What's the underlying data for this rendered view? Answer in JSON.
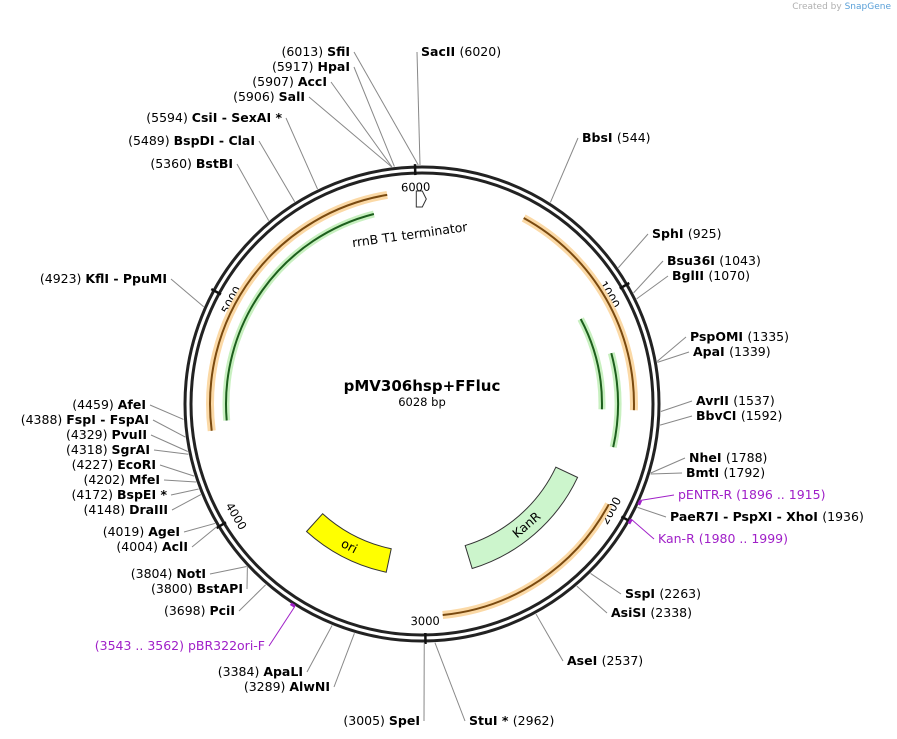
{
  "credit": {
    "prefix": "Created by",
    "brand": "SnapGene"
  },
  "plasmid": {
    "name": "pMV306hsp+FFluc",
    "length_label": "6028 bp",
    "length_bp": 6028
  },
  "tick_labels": [
    {
      "bp": 1000,
      "label": "1000"
    },
    {
      "bp": 2000,
      "label": "2000"
    },
    {
      "bp": 3000,
      "label": "3000"
    },
    {
      "bp": 4000,
      "label": "4000"
    },
    {
      "bp": 5000,
      "label": "5000"
    },
    {
      "bp": 6000,
      "label": "6000"
    }
  ],
  "features": [
    {
      "name": "rrnB T1 terminator",
      "start": 5980,
      "end": 6028,
      "color": "#ffffff"
    },
    {
      "name": "KanR",
      "start": 1930,
      "end": 2730,
      "color": "#ccf5cc"
    },
    {
      "name": "ori",
      "start": 3215,
      "end": 3720,
      "color": "#ffff00"
    }
  ],
  "orange_arcs": [
    {
      "start": 480,
      "end": 1535,
      "color": "#f4a23a"
    },
    {
      "start": 1980,
      "end": 2920,
      "color": "#f4a23a"
    },
    {
      "start": 4400,
      "end": 5870,
      "color": "#f4a23a"
    }
  ],
  "green_arcs": [
    {
      "start": 1255,
      "end": 1720,
      "color": "#3aa03a",
      "dir": -1
    },
    {
      "start": 1035,
      "end": 1535,
      "color": "#3aa03a",
      "dir": -1
    },
    {
      "start": 4440,
      "end": 5790,
      "color": "#3aa03a",
      "dir": 1
    }
  ],
  "enzymes": [
    {
      "bp": 6013,
      "pos": "(6013)",
      "name": "SfiI"
    },
    {
      "bp": 6020,
      "pos": "(6020)",
      "name": "SacII"
    },
    {
      "bp": 5917,
      "pos": "(5917)",
      "name": "HpaI"
    },
    {
      "bp": 5907,
      "pos": "(5907)",
      "name": "AccI"
    },
    {
      "bp": 5906,
      "pos": "(5906)",
      "name": "SalI"
    },
    {
      "bp": 5594,
      "pos": "(5594)",
      "name": "CsiI  -  SexAI *"
    },
    {
      "bp": 5489,
      "pos": "(5489)",
      "name": "BspDI  -  ClaI"
    },
    {
      "bp": 5360,
      "pos": "(5360)",
      "name": "BstBI"
    },
    {
      "bp": 4923,
      "pos": "(4923)",
      "name": "KflI  -  PpuMI"
    },
    {
      "bp": 4459,
      "pos": "(4459)",
      "name": "AfeI"
    },
    {
      "bp": 4388,
      "pos": "(4388)",
      "name": "FspI  -  FspAI"
    },
    {
      "bp": 4329,
      "pos": "(4329)",
      "name": "PvuII"
    },
    {
      "bp": 4318,
      "pos": "(4318)",
      "name": "SgrAI"
    },
    {
      "bp": 4227,
      "pos": "(4227)",
      "name": "EcoRI"
    },
    {
      "bp": 4202,
      "pos": "(4202)",
      "name": "MfeI"
    },
    {
      "bp": 4172,
      "pos": "(4172)",
      "name": "BspEI *"
    },
    {
      "bp": 4148,
      "pos": "(4148)",
      "name": "DraIII"
    },
    {
      "bp": 4019,
      "pos": "(4019)",
      "name": "AgeI"
    },
    {
      "bp": 4004,
      "pos": "(4004)",
      "name": "AclI"
    },
    {
      "bp": 3804,
      "pos": "(3804)",
      "name": "NotI"
    },
    {
      "bp": 3800,
      "pos": "(3800)",
      "name": "BstAPI"
    },
    {
      "bp": 3698,
      "pos": "(3698)",
      "name": "PciI"
    },
    {
      "bp": 3384,
      "pos": "(3384)",
      "name": "ApaLI"
    },
    {
      "bp": 3289,
      "pos": "(3289)",
      "name": "AlwNI"
    },
    {
      "bp": 3005,
      "pos": "(3005)",
      "name": "SpeI"
    },
    {
      "bp": 2962,
      "pos": "(2962)",
      "name": "StuI *"
    },
    {
      "bp": 544,
      "pos": "(544)",
      "name": "BbsI"
    },
    {
      "bp": 925,
      "pos": "(925)",
      "name": "SphI"
    },
    {
      "bp": 1043,
      "pos": "(1043)",
      "name": "Bsu36I"
    },
    {
      "bp": 1070,
      "pos": "(1070)",
      "name": "BglII"
    },
    {
      "bp": 1335,
      "pos": "(1335)",
      "name": "PspOMI"
    },
    {
      "bp": 1339,
      "pos": "(1339)",
      "name": "ApaI"
    },
    {
      "bp": 1537,
      "pos": "(1537)",
      "name": "AvrII"
    },
    {
      "bp": 1592,
      "pos": "(1592)",
      "name": "BbvCI"
    },
    {
      "bp": 1788,
      "pos": "(1788)",
      "name": "NheI"
    },
    {
      "bp": 1792,
      "pos": "(1792)",
      "name": "BmtI"
    },
    {
      "bp": 1936,
      "pos": "(1936)",
      "name": "PaeR7I  -  PspXI  -  XhoI"
    },
    {
      "bp": 2263,
      "pos": "(2263)",
      "name": "SspI"
    },
    {
      "bp": 2338,
      "pos": "(2338)",
      "name": "AsiSI"
    },
    {
      "bp": 2537,
      "pos": "(2537)",
      "name": "AseI"
    }
  ],
  "primers": [
    {
      "name": "pENTR-R",
      "range": "(1896 .. 1915)",
      "bp": 1905
    },
    {
      "name": "Kan-R",
      "range": "(1980 .. 1999)",
      "bp": 1990
    },
    {
      "name": "pBR322ori-F",
      "range": "(3543 .. 3562)",
      "bp": 3552
    }
  ]
}
